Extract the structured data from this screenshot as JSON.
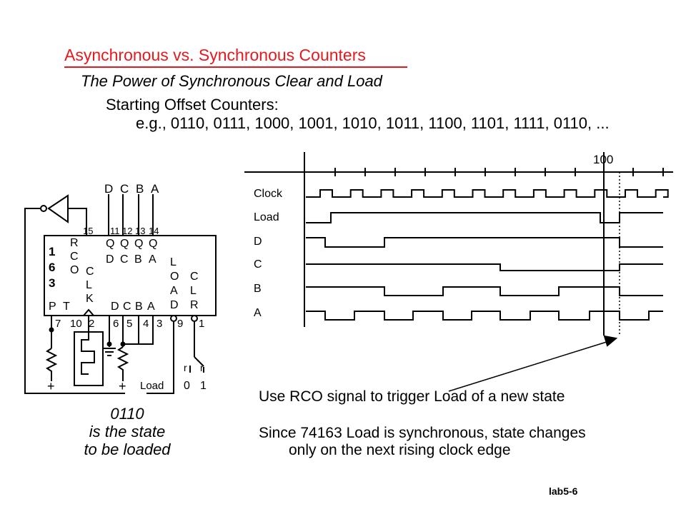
{
  "slide": {
    "title": "Asynchronous vs. Synchronous Counters",
    "subtitle": "The Power of Synchronous Clear and Load",
    "offset_heading": "Starting Offset Counters:",
    "offset_sequence": "e.g., 0110, 0111, 1000, 1001, 1010, 1011, 1100, 1101, 1111, 0110, ...",
    "footer": "lab5-6"
  },
  "timing": {
    "marker_label": "100",
    "signals": [
      "Clock",
      "Load",
      "D",
      "C",
      "B",
      "A"
    ]
  },
  "circuit": {
    "top_inputs": [
      "D",
      "C",
      "B",
      "A"
    ],
    "top_pins": [
      "15",
      "11",
      "12",
      "13",
      "14"
    ],
    "chip_number": [
      "1",
      "6",
      "3"
    ],
    "rco_label": [
      "R",
      "C",
      "O"
    ],
    "q_outputs": [
      "Q",
      "Q",
      "Q",
      "Q"
    ],
    "q_letters": [
      "D",
      "C",
      "B",
      "A"
    ],
    "clk_label": [
      "C",
      "L",
      "K"
    ],
    "load_label": [
      "L",
      "O",
      "A",
      "D"
    ],
    "clr_label": [
      "C",
      "L",
      "R"
    ],
    "pt_labels": [
      "P",
      "T"
    ],
    "data_inputs": [
      "D",
      "C",
      "B",
      "A"
    ],
    "bottom_pins": [
      "7",
      "10",
      "2",
      "6",
      "5",
      "4",
      "3",
      "9",
      "1"
    ],
    "plus": [
      "+",
      "+"
    ],
    "load_text": "Load",
    "switch_r": [
      "r",
      "r"
    ],
    "switch_vals": [
      "0",
      "1"
    ]
  },
  "notes": {
    "rco": "Use RCO signal to trigger Load of a new state",
    "sync_line1": "Since 74163 Load is synchronous, state changes",
    "sync_line2": "only on the next rising clock edge"
  },
  "caption": {
    "line1": "0110",
    "line2": "is the state",
    "line3": "to be loaded"
  }
}
